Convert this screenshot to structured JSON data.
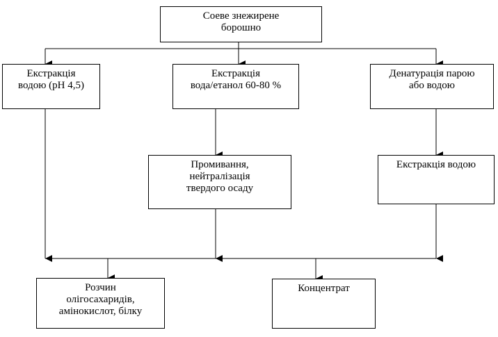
{
  "diagram": {
    "root": {
      "lines": [
        "Соеве знежирене",
        "борошно"
      ]
    },
    "extraction_water_ph": {
      "lines": [
        "Екстракція",
        "водою (pH 4,5)"
      ]
    },
    "extraction_water_ethanol": {
      "lines": [
        "Екстракція",
        "вода/етанол 60-80 %"
      ]
    },
    "denaturation": {
      "lines": [
        "Денатурація парою",
        "або водою"
      ]
    },
    "washing": {
      "lines": [
        "Промивання,",
        "нейтралізація",
        "твердого осаду"
      ]
    },
    "water_extraction": {
      "lines": [
        "Екстракція водою"
      ]
    },
    "solution": {
      "lines": [
        "Розчин",
        "олігосахаридів,",
        "амінокислот, білку"
      ]
    },
    "concentrate": {
      "lines": [
        "Концентрат"
      ]
    }
  }
}
